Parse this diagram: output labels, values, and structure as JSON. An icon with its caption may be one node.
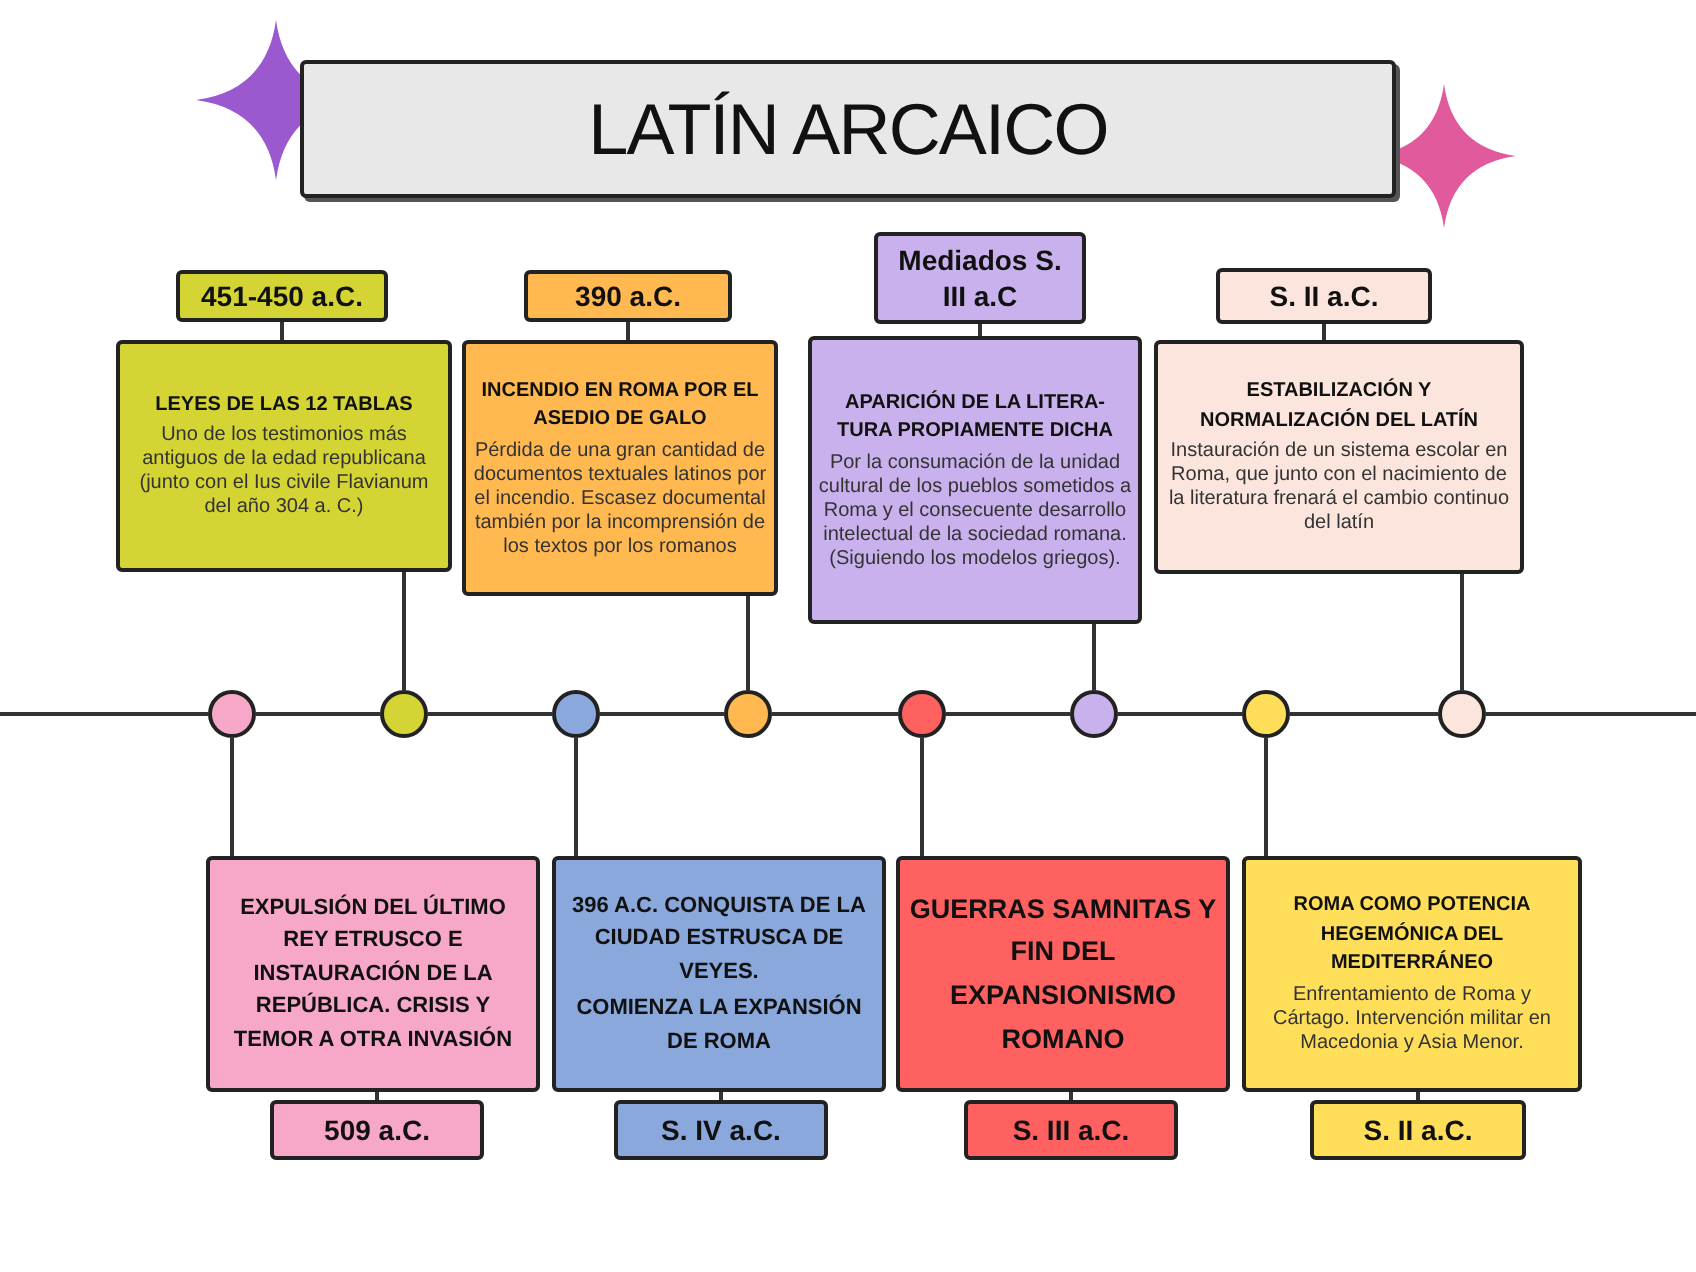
{
  "diagram": {
    "title": "LATÍN ARCAICO",
    "nodes": [
      {
        "text": [
          "451-450 a.C."
        ]
      },
      {
        "text": [
          "LEYES DE LAS 12 TABLAS",
          "Uno de los testimonios más antiguos de la edad republicana (junto con el Ius civile Flavianum del año 304 a. C.)"
        ]
      },
      {
        "text": [
          "390 a.C."
        ]
      },
      {
        "text": [
          "INCENDIO EN ROMA POR EL ASEDIO DE GALO",
          "Pérdida de una gran cantidad de documentos textuales latinos por el incendio. Escasez documental también por la incomprensión de los textos por los romanos"
        ]
      },
      {
        "text": [
          "Mediados S. III a.C"
        ]
      },
      {
        "text": [
          "APARICIÓN DE LA LITERA- TURA PROPIAMENTE DICHA",
          "Por la consumación de la unidad cultural de los pueblos sometidos a Roma y el consecuente desarrollo intelectual de la sociedad romana. (Siguiendo los modelos griegos)."
        ]
      },
      {
        "text": [
          "S. II a.C."
        ]
      },
      {
        "text": [
          "ESTABILIZACIÓN Y NORMALIZACIÓN DEL LATÍN",
          "Instauración de un sistema escolar en Roma, que junto con el nacimiento de la literatura frenará el cambio continuo del latín"
        ]
      },
      {
        "text": [],
        "shape": "circle"
      },
      {
        "text": [],
        "shape": "circle"
      },
      {
        "text": [],
        "shape": "circle"
      },
      {
        "text": [],
        "shape": "circle"
      },
      {
        "text": [],
        "shape": "circle"
      },
      {
        "text": [],
        "shape": "circle"
      },
      {
        "text": [],
        "shape": "circle"
      },
      {
        "text": [],
        "shape": "circle"
      },
      {
        "text": [
          "EXPULSIÓN DEL ÚLTIMO REY ETRUSCO E INSTAURACIÓN DE LA REPÚBLICA. CRISIS Y TEMOR A OTRA INVASIÓN"
        ]
      },
      {
        "text": [
          "509 a.C."
        ]
      },
      {
        "text": [
          "396 A.C. CONQUISTA DE LA CIUDAD ESTRUSCA DE VEYES.",
          "COMIENZA LA EXPANSIÓN DE ROMA"
        ]
      },
      {
        "text": [
          "S. IV a.C."
        ]
      },
      {
        "text": [
          "GUERRAS SAMNITAS Y FIN DEL EXPANSIONISMO ROMANO"
        ]
      },
      {
        "text": [
          "S. III a.C."
        ]
      },
      {
        "text": [
          "ROMA COMO POTENCIA HEGEMÓNICA DEL MEDITERRÁNEO",
          "Enfrentamiento de Roma y Cártago. Intervención militar en Macedonia y Asia Menor."
        ]
      },
      {
        "text": [
          "S. II a.C."
        ]
      }
    ],
    "edges": [
      {
        "from": 0,
        "to": 1,
        "arrow": "none"
      },
      {
        "from": 1,
        "to": 9,
        "arrow": "none"
      },
      {
        "from": 2,
        "to": 3,
        "arrow": "none"
      },
      {
        "from": 3,
        "to": 11,
        "arrow": "none"
      },
      {
        "from": 4,
        "to": 5,
        "arrow": "none"
      },
      {
        "from": 5,
        "to": 13,
        "arrow": "none"
      },
      {
        "from": 6,
        "to": 7,
        "arrow": "none"
      },
      {
        "from": 7,
        "to": 15,
        "arrow": "none"
      },
      {
        "from": 8,
        "to": 16,
        "arrow": "none"
      },
      {
        "from": 16,
        "to": 17,
        "arrow": "none"
      },
      {
        "from": 10,
        "to": 18,
        "arrow": "none"
      },
      {
        "from": 18,
        "to": 19,
        "arrow": "none"
      },
      {
        "from": 12,
        "to": 20,
        "arrow": "none"
      },
      {
        "from": 20,
        "to": 21,
        "arrow": "none"
      },
      {
        "from": 14,
        "to": 22,
        "arrow": "none"
      },
      {
        "from": 22,
        "to": 23,
        "arrow": "none"
      },
      {
        "from": 8,
        "to": 9,
        "arrow": "none"
      },
      {
        "from": 9,
        "to": 10,
        "arrow": "none"
      },
      {
        "from": 10,
        "to": 11,
        "arrow": "none"
      },
      {
        "from": 11,
        "to": 12,
        "arrow": "none"
      },
      {
        "from": 12,
        "to": 13,
        "arrow": "none"
      },
      {
        "from": 13,
        "to": 14,
        "arrow": "none"
      },
      {
        "from": 14,
        "to": 15,
        "arrow": "none"
      }
    ]
  }
}
